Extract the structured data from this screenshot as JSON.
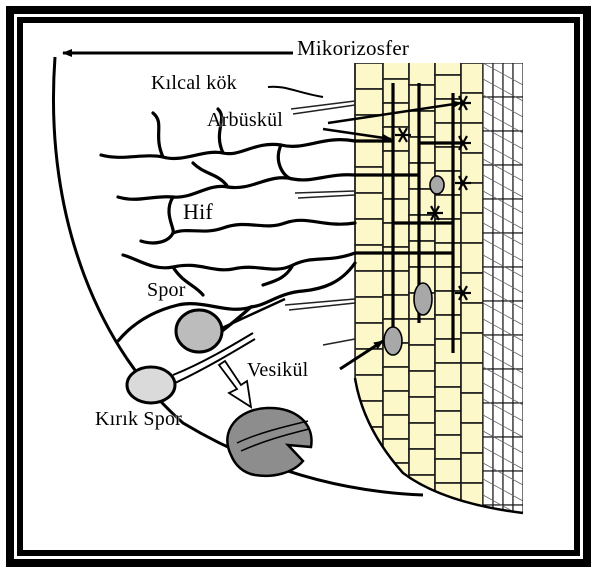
{
  "labels": {
    "mycorrhizosphere": "Mikorizosfer",
    "root_hair": "Kılcal kök",
    "arbuscule": "Arbüskül",
    "hypha": "Hif",
    "spore": "Spor",
    "vesicle": "Vesikül",
    "broken_spore": "Kırık Spor"
  },
  "colors": {
    "frame": "#000000",
    "cell_fill": "#fdf8c9",
    "cell_border": "#1a1a1a",
    "spore_fill": "#bcbcbc",
    "vesicle_fill": "#a8a8a8",
    "stroke": "#000000"
  }
}
